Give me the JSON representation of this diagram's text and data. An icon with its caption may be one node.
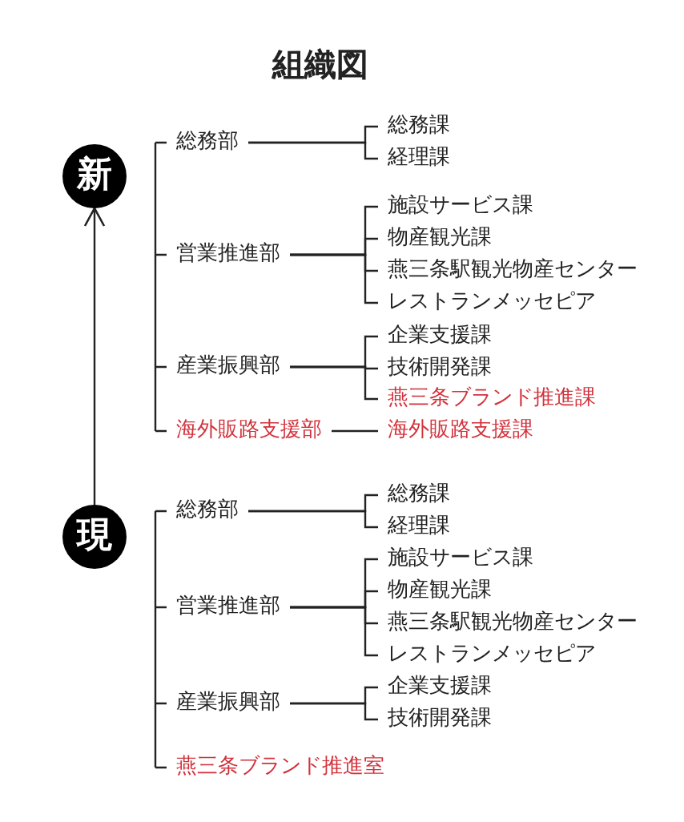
{
  "diagram": {
    "title": "組織図",
    "nodes": [
      {
        "text": [
          "新"
        ]
      },
      {
        "text": [
          "総務部"
        ]
      },
      {
        "text": [
          "総務課"
        ]
      },
      {
        "text": [
          "経理課"
        ]
      },
      {
        "text": [
          "営業推進部"
        ]
      },
      {
        "text": [
          "施設サービス課"
        ]
      },
      {
        "text": [
          "物産観光課"
        ]
      },
      {
        "text": [
          "燕三条駅観光物産センター"
        ]
      },
      {
        "text": [
          "レストランメッセピア"
        ]
      },
      {
        "text": [
          "産業振興部"
        ]
      },
      {
        "text": [
          "企業支援課"
        ]
      },
      {
        "text": [
          "技術開発課"
        ]
      },
      {
        "text": [
          "燕三条ブランド推進課"
        ]
      },
      {
        "text": [
          "海外販路支援部"
        ]
      },
      {
        "text": [
          "海外販路支援課"
        ]
      },
      {
        "text": [
          "現"
        ]
      },
      {
        "text": [
          "総務部"
        ]
      },
      {
        "text": [
          "総務課"
        ]
      },
      {
        "text": [
          "経理課"
        ]
      },
      {
        "text": [
          "営業推進部"
        ]
      },
      {
        "text": [
          "施設サービス課"
        ]
      },
      {
        "text": [
          "物産観光課"
        ]
      },
      {
        "text": [
          "燕三条駅観光物産センター"
        ]
      },
      {
        "text": [
          "レストランメッセピア"
        ]
      },
      {
        "text": [
          "産業振興部"
        ]
      },
      {
        "text": [
          "企業支援課"
        ]
      },
      {
        "text": [
          "技術開発課"
        ]
      },
      {
        "text": [
          "燕三条ブランド推進室"
        ]
      }
    ],
    "edges": [
      {
        "from": 1,
        "to": 2,
        "arrow": "none"
      },
      {
        "from": 1,
        "to": 3,
        "arrow": "none"
      },
      {
        "from": 4,
        "to": 5,
        "arrow": "none"
      },
      {
        "from": 4,
        "to": 6,
        "arrow": "none"
      },
      {
        "from": 4,
        "to": 7,
        "arrow": "none"
      },
      {
        "from": 4,
        "to": 8,
        "arrow": "none"
      },
      {
        "from": 9,
        "to": 10,
        "arrow": "none"
      },
      {
        "from": 9,
        "to": 11,
        "arrow": "none"
      },
      {
        "from": 9,
        "to": 12,
        "arrow": "none"
      },
      {
        "from": 13,
        "to": 14,
        "arrow": "none"
      },
      {
        "from": 15,
        "to": 0,
        "arrow": "to"
      },
      {
        "from": 16,
        "to": 17,
        "arrow": "none"
      },
      {
        "from": 16,
        "to": 18,
        "arrow": "none"
      },
      {
        "from": 19,
        "to": 20,
        "arrow": "none"
      },
      {
        "from": 19,
        "to": 21,
        "arrow": "none"
      },
      {
        "from": 19,
        "to": 22,
        "arrow": "none"
      },
      {
        "from": 19,
        "to": 23,
        "arrow": "none"
      },
      {
        "from": 24,
        "to": 25,
        "arrow": "none"
      },
      {
        "from": 24,
        "to": 26,
        "arrow": "none"
      }
    ]
  }
}
